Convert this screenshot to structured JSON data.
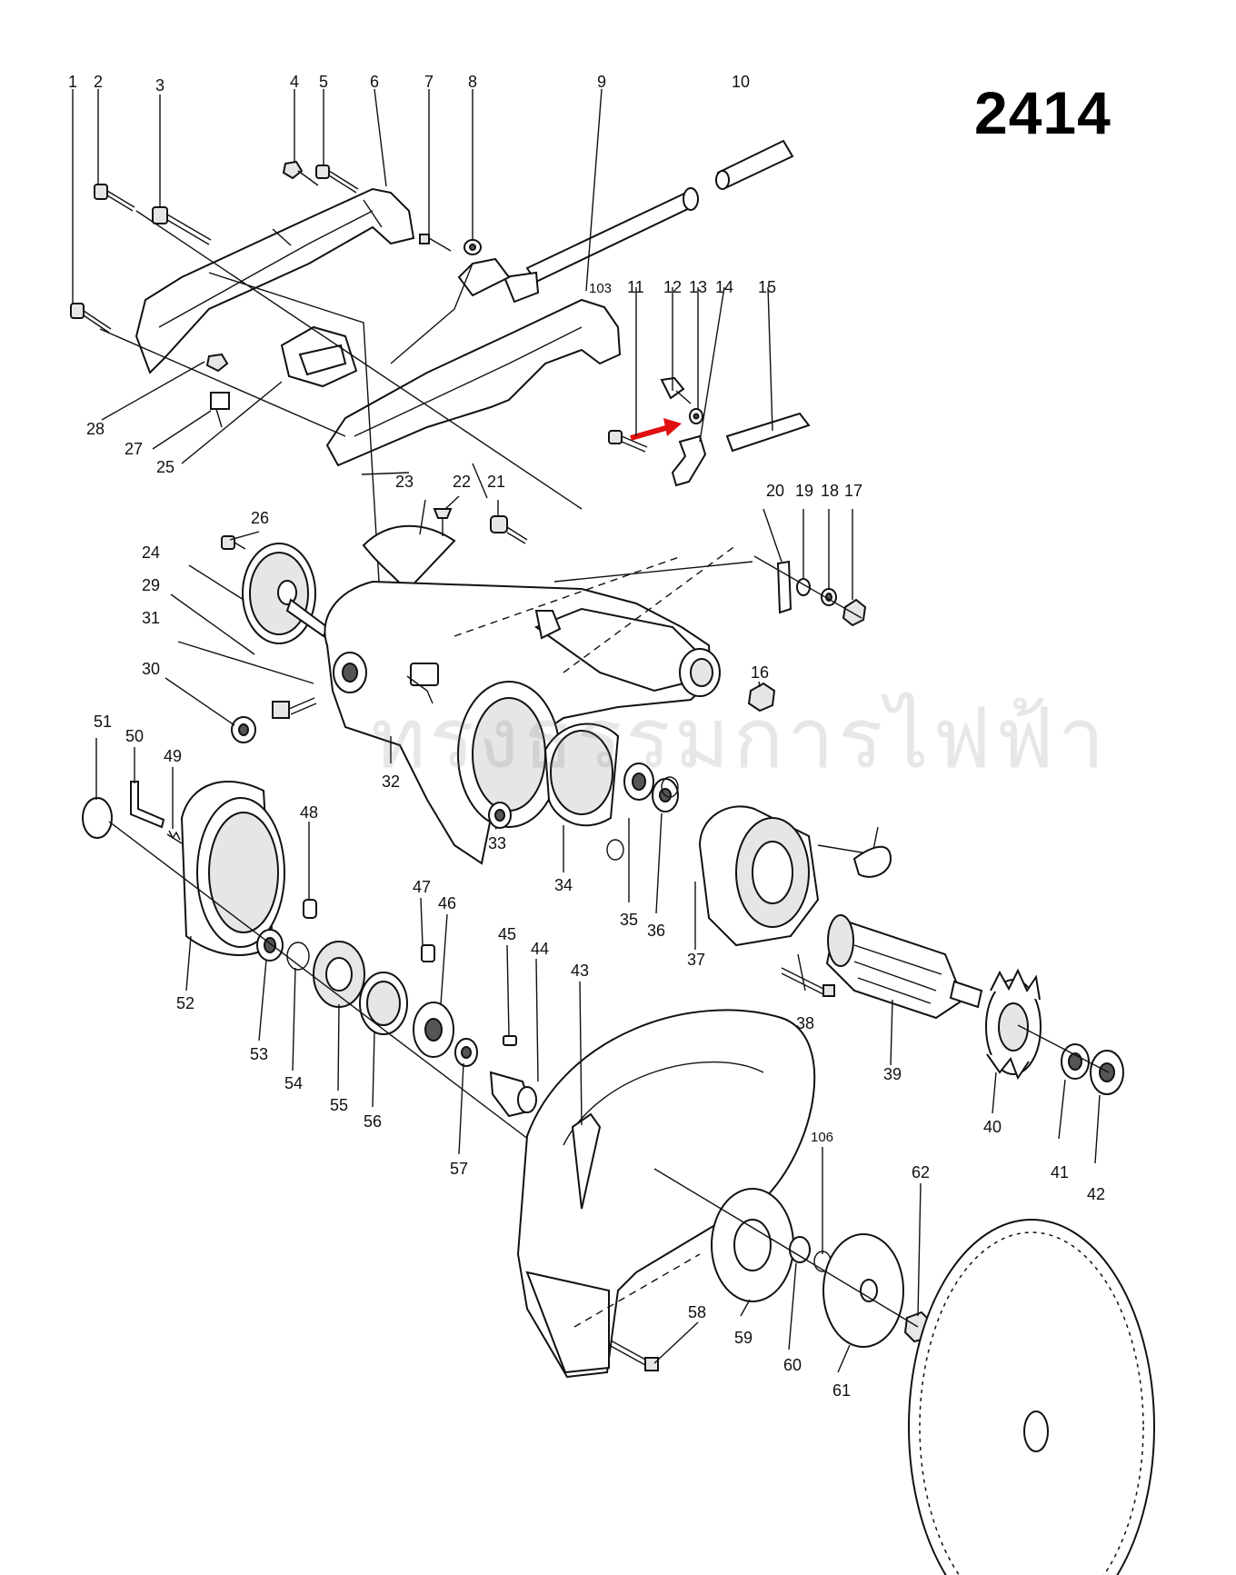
{
  "model_number": "2414",
  "watermark": "ทรงธรรมการไฟฟ้า",
  "arrow_color": "#e01010",
  "labels": {
    "l1": "1",
    "l2": "2",
    "l3": "3",
    "l4": "4",
    "l5": "5",
    "l6": "6",
    "l7": "7",
    "l8": "8",
    "l9": "9",
    "l10": "10",
    "l103": "103",
    "l11": "11",
    "l12": "12",
    "l13": "13",
    "l14": "14",
    "l15": "15",
    "l28": "28",
    "l27": "27",
    "l25": "25",
    "l23": "23",
    "l22": "22",
    "l21": "21",
    "l26": "26",
    "l24": "24",
    "l29": "29",
    "l31": "31",
    "l30": "30",
    "l20": "20",
    "l19": "19",
    "l18": "18",
    "l17": "17",
    "l16": "16",
    "l32": "32",
    "l51": "51",
    "l50": "50",
    "l49": "49",
    "l48": "48",
    "l33": "33",
    "l34": "34",
    "l35": "35",
    "l36": "36",
    "l37": "37",
    "l38": "38",
    "l39": "39",
    "l47": "47",
    "l46": "46",
    "l45": "45",
    "l44": "44",
    "l43": "43",
    "l52": "52",
    "l53": "53",
    "l54": "54",
    "l55": "55",
    "l56": "56",
    "l57": "57",
    "l40": "40",
    "l41": "41",
    "l42": "42",
    "l106": "106",
    "l62": "62",
    "l58": "58",
    "l59": "59",
    "l60": "60",
    "l61": "61"
  }
}
